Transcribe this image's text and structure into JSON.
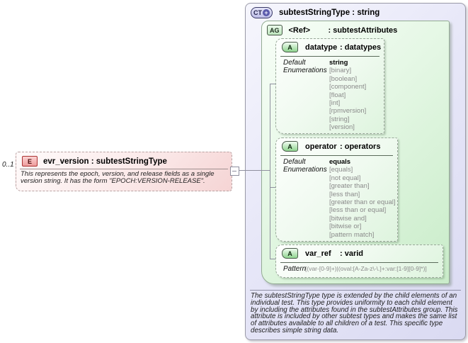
{
  "element": {
    "cardinality": "0..1",
    "badge": "E",
    "title": "evr_version : subtestStringType",
    "annotation": "This represents the epoch, version, and release fields as a single version string.  It has the form \"EPOCH:VERSION-RELEASE\"."
  },
  "complex_type": {
    "badge": "CT",
    "plus": "+",
    "title": "subtestStringType : string",
    "annotation": "The subtestStringType type is extended by the child elements of an individual test.  This type provides uniformity to each child element by including the attributes found in the subtestAttributes group.  This attribute is included by other subtest types and makes the same list of attributes available to all children of a test.  This specific type describes simple string data."
  },
  "attribute_group": {
    "badge": "AG",
    "ref": "<Ref>",
    "title": ": subtestAttributes"
  },
  "attributes": [
    {
      "badge": "A",
      "name": "datatype",
      "type": ": datatypes",
      "default_label": "Default",
      "enum_label": "Enumerations",
      "default": "string",
      "enumerations": [
        "[binary]",
        "[boolean]",
        "[component]",
        "[float]",
        "[int]",
        "[rpmversion]",
        "[string]",
        "[version]"
      ]
    },
    {
      "badge": "A",
      "name": "operator",
      "type": ": operators",
      "default_label": "Default",
      "enum_label": "Enumerations",
      "default": "equals",
      "enumerations": [
        "[equals]",
        "[not equal]",
        "[greater than]",
        "[less than]",
        "[greater than or equal]",
        "[less than or equal]",
        "[bitwise and]",
        "[bitwise or]",
        "[pattern match]"
      ]
    },
    {
      "badge": "A",
      "name": "var_ref",
      "type": ": varid",
      "pattern_label": "Pattern",
      "pattern": "[(var-[0-9]+)|(oval:[A-Za-z\\-\\.]+:var:[1-9][0-9]*)]"
    }
  ]
}
